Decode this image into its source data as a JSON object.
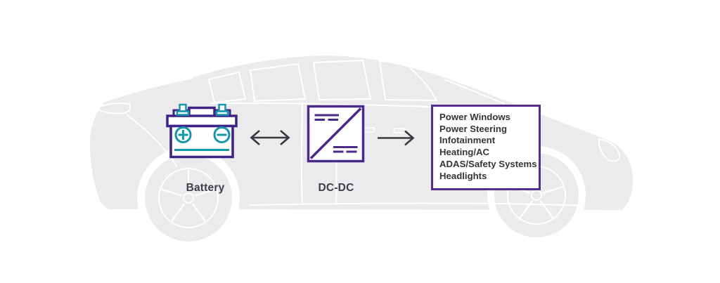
{
  "diagram": {
    "type": "flow-diagram",
    "background": "car-side-silhouette",
    "labels": {
      "battery": "Battery",
      "converter": "DC-DC"
    },
    "loads": [
      "Power Windows",
      "Power Steering",
      "Infotainment",
      "Heating/AC",
      "ADAS/Safety Systems",
      "Headlights"
    ],
    "icons": {
      "battery": "battery-icon",
      "converter": "dc-dc-converter-icon",
      "battery_converter_link": "double-headed-arrow-icon",
      "converter_loads_link": "right-arrow-icon"
    },
    "connections": [
      {
        "from": "battery",
        "to": "converter",
        "style": "bidirectional-arrow"
      },
      {
        "from": "converter",
        "to": "loads-box",
        "style": "single-arrow"
      }
    ],
    "colors": {
      "background": "#ffffff",
      "car_silhouette": "#ebebed",
      "car_detail_lines": "#ffffff",
      "battery_outline_purple": "#3e2386",
      "converter_outline_purple": "#4c2a8a",
      "loads_box_border_purple": "#542d8e",
      "teal_accent": "#1397aa",
      "arrow_gray": "#39393d",
      "label_text": "#3d3e46",
      "loads_text": "#353538"
    }
  }
}
